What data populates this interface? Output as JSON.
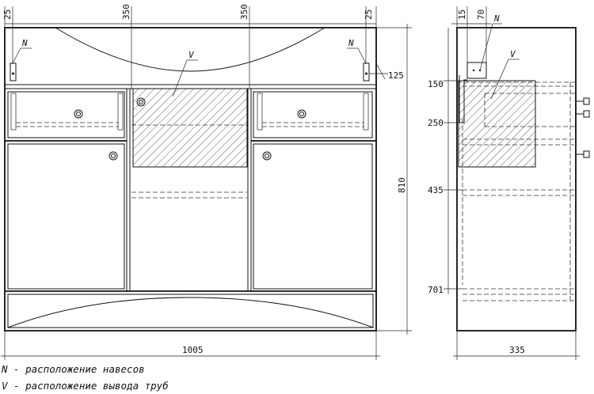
{
  "front_view": {
    "dim_top_left": "25",
    "dim_center_left": "350",
    "dim_center_right": "350",
    "dim_top_right": "25",
    "dim_hinge_height": "125",
    "dim_total_height": "810",
    "dim_total_width": "1005",
    "label_hinge_left": "N",
    "label_hinge_right": "N",
    "label_pipe": "V"
  },
  "side_view": {
    "dim_15": "15",
    "dim_70": "70",
    "dim_150": "150",
    "dim_250": "250",
    "dim_435": "435",
    "dim_701": "701",
    "dim_depth": "335",
    "label_hinge": "N",
    "label_pipe": "V"
  },
  "legend": {
    "line1": "N - расположение навесов",
    "line2": "V - расположение вывода труб"
  }
}
